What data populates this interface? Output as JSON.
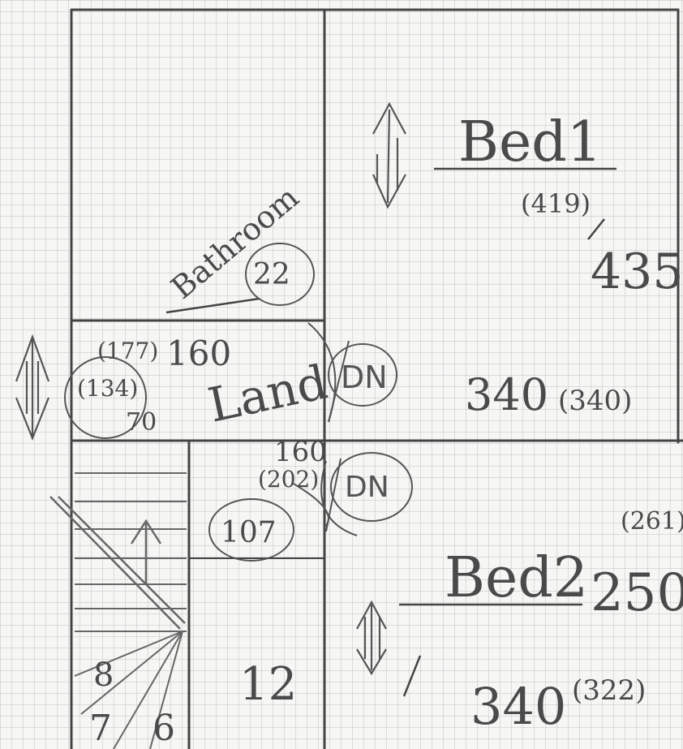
{
  "rooms": {
    "bed1": {
      "label": "Bed1",
      "area_prev": "(419)",
      "depth": "435",
      "width": "340",
      "width_prev": "(340)"
    },
    "bed2": {
      "label": "Bed2",
      "depth": "250",
      "depth_prev": "(261)",
      "width": "340",
      "width_prev": "(322)"
    },
    "bathroom": {
      "label": "Bathroom",
      "circled": "22"
    },
    "landing": {
      "label": "Land",
      "width_prev": "(177)",
      "width": "160",
      "depth_prev": "(134)",
      "depth": "70",
      "mid_width": "160",
      "mid_width_prev": "(202)",
      "small_circled": "107"
    }
  },
  "doors": [
    {
      "label": "DN"
    },
    {
      "label": "DN"
    }
  ],
  "stairs": {
    "step_numbers": [
      "8",
      "7",
      "6"
    ],
    "lower_label": "12"
  },
  "colors": {
    "pencil": "#444444",
    "paper": "#f6f6f4",
    "grid": "#b9b9c2"
  }
}
